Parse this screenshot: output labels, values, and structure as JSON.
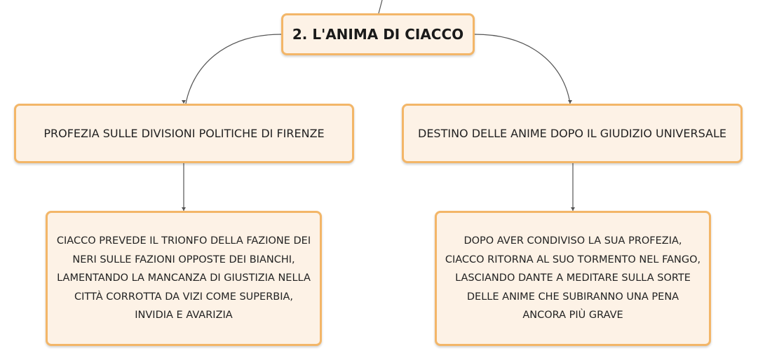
{
  "root": {
    "title": "2. L'ANIMA DI CIACCO"
  },
  "branches": [
    {
      "topic": "PROFEZIA SULLE DIVISIONI POLITICHE DI FIRENZE",
      "detail": "CIACCO PREVEDE IL TRIONFO DELLA FAZIONE DEI NERI SULLE FAZIONI OPPOSTE DEI BIANCHI, LAMENTANDO LA MANCANZA DI GIUSTIZIA NELLA CITTÀ CORROTTA DA VIZI COME SUPERBIA, INVIDIA E AVARIZIA"
    },
    {
      "topic": "DESTINO DELLE ANIME DOPO IL GIUDIZIO UNIVERSALE",
      "detail": "DOPO AVER CONDIVISO LA SUA PROFEZIA, CIACCO RITORNA AL SUO TORMENTO NEL FANGO, LASCIANDO DANTE A MEDITARE SULLA SORTE DELLE ANIME CHE SUBIRANNO UNA PENA ANCORA PIÙ GRAVE"
    }
  ],
  "colors": {
    "node_fill": "#fdf2e6",
    "node_border": "#f3b668",
    "connector": "#555555"
  }
}
